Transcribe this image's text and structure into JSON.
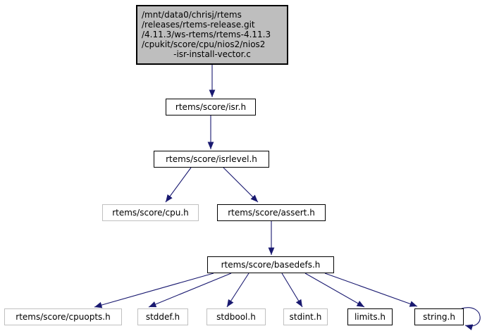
{
  "diagram": {
    "kind": "include-dependency-graph",
    "colors": {
      "background": "#ffffff",
      "edge": "#191970",
      "node_fill": "#ffffff",
      "main_node_fill": "#bebebe",
      "linked_border": "#000000",
      "plain_border": "#c0c0c0"
    }
  },
  "nodes": {
    "main": {
      "label_lines": [
        "/mnt/data0/chrisj/rtems",
        "/releases/rtems-release.git",
        "/4.11.3/ws-rtems/rtems-4.11.3",
        "/cpukit/score/cpu/nios2/nios2",
        "-isr-install-vector.c"
      ]
    },
    "isr": {
      "label": "rtems/score/isr.h"
    },
    "isrlevel": {
      "label": "rtems/score/isrlevel.h"
    },
    "cpu": {
      "label": "rtems/score/cpu.h"
    },
    "assert": {
      "label": "rtems/score/assert.h"
    },
    "basedefs": {
      "label": "rtems/score/basedefs.h"
    },
    "cpuopts": {
      "label": "rtems/score/cpuopts.h"
    },
    "stddef": {
      "label": "stddef.h"
    },
    "stdbool": {
      "label": "stdbool.h"
    },
    "stdint": {
      "label": "stdint.h"
    },
    "limits": {
      "label": "limits.h"
    },
    "string": {
      "label": "string.h"
    }
  },
  "edges": [
    {
      "from": "nios2-isr-install-vector.c",
      "to": "rtems/score/isr.h"
    },
    {
      "from": "rtems/score/isr.h",
      "to": "rtems/score/isrlevel.h"
    },
    {
      "from": "rtems/score/isrlevel.h",
      "to": "rtems/score/cpu.h"
    },
    {
      "from": "rtems/score/isrlevel.h",
      "to": "rtems/score/assert.h"
    },
    {
      "from": "rtems/score/assert.h",
      "to": "rtems/score/basedefs.h"
    },
    {
      "from": "rtems/score/basedefs.h",
      "to": "rtems/score/cpuopts.h"
    },
    {
      "from": "rtems/score/basedefs.h",
      "to": "stddef.h"
    },
    {
      "from": "rtems/score/basedefs.h",
      "to": "stdbool.h"
    },
    {
      "from": "rtems/score/basedefs.h",
      "to": "stdint.h"
    },
    {
      "from": "rtems/score/basedefs.h",
      "to": "limits.h"
    },
    {
      "from": "rtems/score/basedefs.h",
      "to": "string.h"
    },
    {
      "from": "string.h",
      "to": "string.h"
    }
  ]
}
